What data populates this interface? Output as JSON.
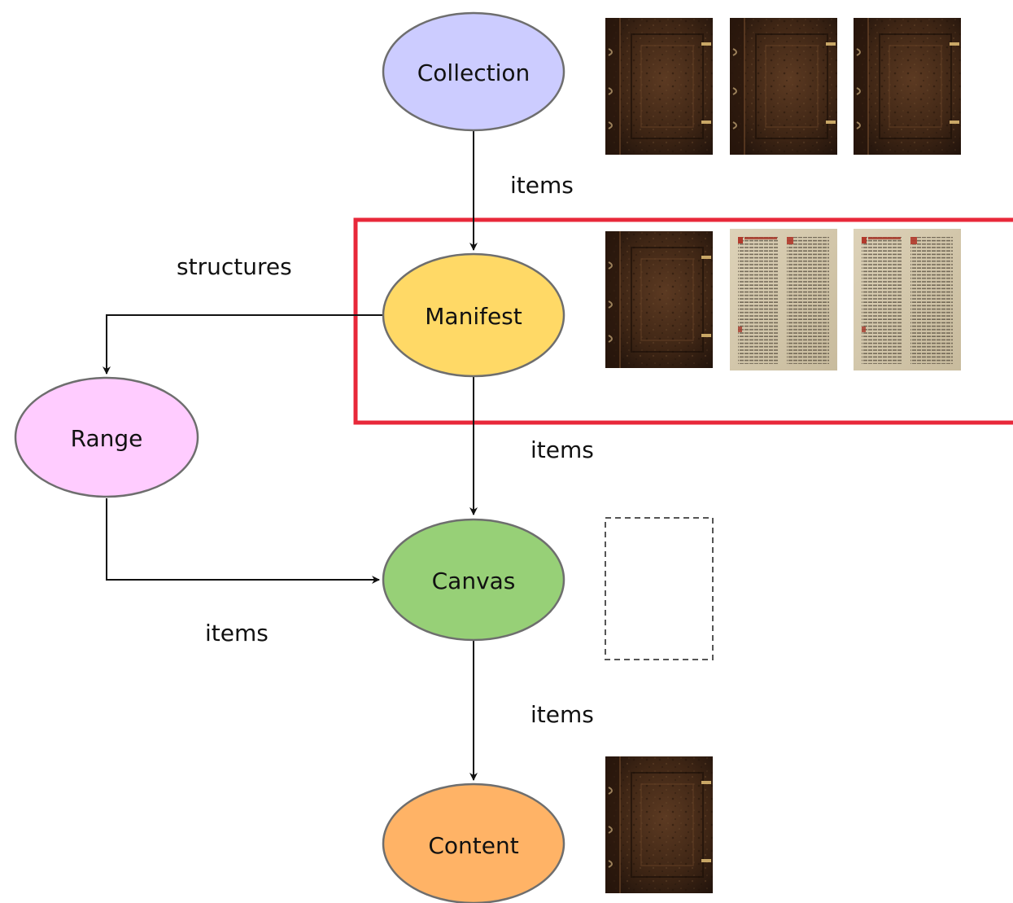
{
  "nodes": {
    "collection": {
      "label": "Collection",
      "fill": "#ccccff"
    },
    "manifest": {
      "label": "Manifest",
      "fill": "#ffd966"
    },
    "range": {
      "label": "Range",
      "fill": "#ffccff"
    },
    "canvas": {
      "label": "Canvas",
      "fill": "#97d077"
    },
    "content": {
      "label": "Content",
      "fill": "#ffb366"
    }
  },
  "edges": {
    "collection_to_manifest": "items",
    "manifest_to_range": "structures",
    "manifest_to_canvas": "items",
    "range_to_canvas": "items",
    "canvas_to_content": "items"
  },
  "thumbnails": {
    "collection_row": [
      "book-cover",
      "book-cover",
      "book-cover"
    ],
    "manifest_row": [
      "book-cover",
      "manuscript-page",
      "manuscript-page"
    ],
    "canvas_placeholder": "empty-canvas",
    "content_row": [
      "book-cover"
    ]
  },
  "highlight": {
    "color": "#e8283a",
    "target": "manifest"
  }
}
